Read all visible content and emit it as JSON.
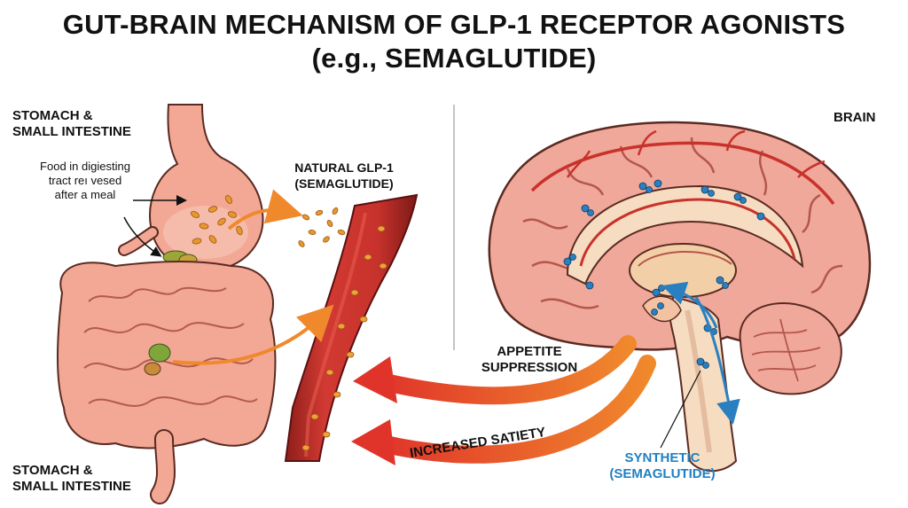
{
  "title": {
    "line1": "GUT-BRAIN MECHANISM OF GLP-1 RECEPTOR AGONISTS",
    "line2": "(e.g., SEMAGLUTIDE)"
  },
  "labels": {
    "stomach_top_line1": "STOMACH &",
    "stomach_top_line2": "SMALL INTESTINE",
    "food_note_line1": "Food in digiesting",
    "food_note_line2": "tract reı vesed",
    "food_note_line3": "after a meal",
    "natural_line1": "NATURAL GLP-1",
    "natural_line2": "(SEMAGLUTIDE)",
    "brain": "BRAIN",
    "appetite_line1": "APPETITE",
    "appetite_line2": "SUPPRESSION",
    "satiety": "INCREASED SATIETY",
    "synthetic_line1": "SYNTHETIC",
    "synthetic_line2": "(SEMAGLUTIDE)",
    "stomach_bottom_line1": "STOMACH &",
    "stomach_bottom_line2": "SMALL INTESTINE"
  },
  "colors": {
    "tissue": "#f2a894",
    "tissue_dark": "#c9705f",
    "vessel": "#c8322c",
    "vessel_dark": "#8e1e1b",
    "particle": "#e8962e",
    "brain": "#f0a89a",
    "brain_vein": "#c8322c",
    "receptor": "#2a7fc0",
    "arrow_red": "#e0342a",
    "arrow_orange": "#f0882c"
  }
}
